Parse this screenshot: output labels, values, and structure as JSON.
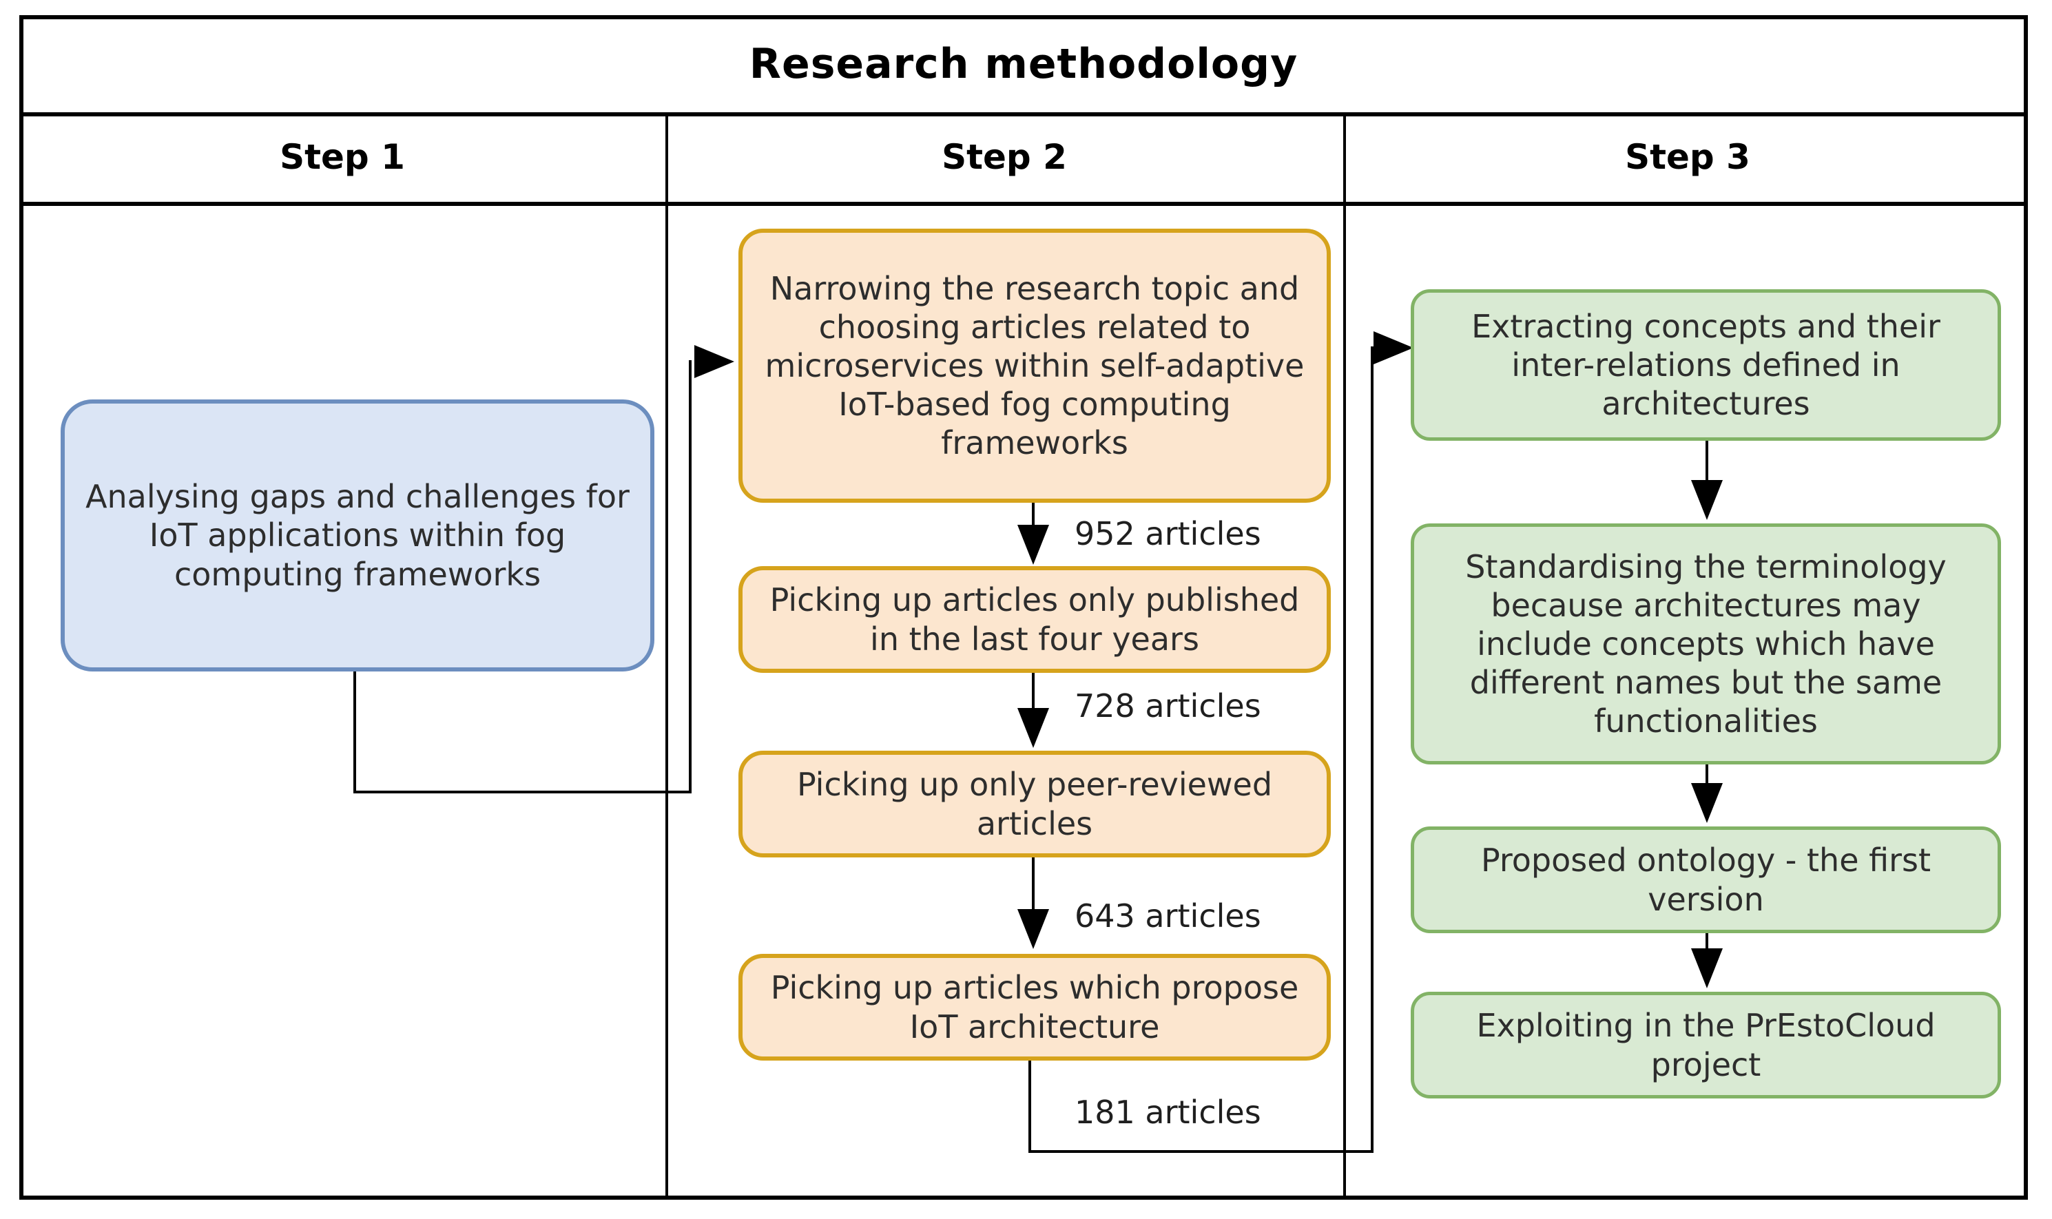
{
  "title": "Research methodology",
  "columns": [
    {
      "label": "Step 1"
    },
    {
      "label": "Step 2"
    },
    {
      "label": "Step 3"
    }
  ],
  "step1": {
    "box_analysing": "Analysing gaps and challenges for IoT applications within fog computing frameworks"
  },
  "step2": {
    "box_narrowing": "Narrowing the research topic and choosing articles related to microservices within self-adaptive IoT-based fog computing frameworks",
    "label_952": "952 articles",
    "box_last_four_years": "Picking up articles only published in the last four years",
    "label_728": "728 articles",
    "box_peer_reviewed": "Picking up only peer-reviewed articles",
    "label_643": "643 articles",
    "box_propose_architecture": "Picking up articles which propose IoT architecture",
    "label_181": "181 articles"
  },
  "step3": {
    "box_extracting": "Extracting concepts and their inter-relations defined in architectures",
    "box_standardising": "Standardising the terminology because architectures may include concepts which have different names but the same functionalities",
    "box_proposed_ontology": "Proposed ontology - the first version",
    "box_exploiting": "Exploiting in the PrEstoCloud project"
  },
  "colors": {
    "step1_fill": "#dbe5f5",
    "step1_border": "#6c8ebf",
    "step2_fill": "#fce6cf",
    "step2_border": "#d6a31c",
    "step3_fill": "#d9ead3",
    "step3_border": "#82b366",
    "line": "#000000"
  }
}
